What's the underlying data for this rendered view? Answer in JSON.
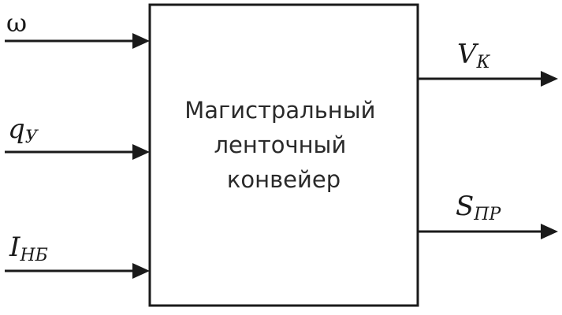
{
  "block": {
    "lines": [
      "Магистральный",
      "ленточный",
      "конвейер"
    ]
  },
  "inputs": [
    {
      "id": "omega",
      "main": "ω",
      "sub": ""
    },
    {
      "id": "q-y",
      "main": "q",
      "sub": "У"
    },
    {
      "id": "i-nb",
      "main": "I",
      "sub": "НБ"
    }
  ],
  "outputs": [
    {
      "id": "v-k",
      "main": "V",
      "sub": "К"
    },
    {
      "id": "s-pr",
      "main": "S",
      "sub": "ПР"
    }
  ],
  "colors": {
    "stroke": "#1a1a1a",
    "background": "#ffffff"
  }
}
